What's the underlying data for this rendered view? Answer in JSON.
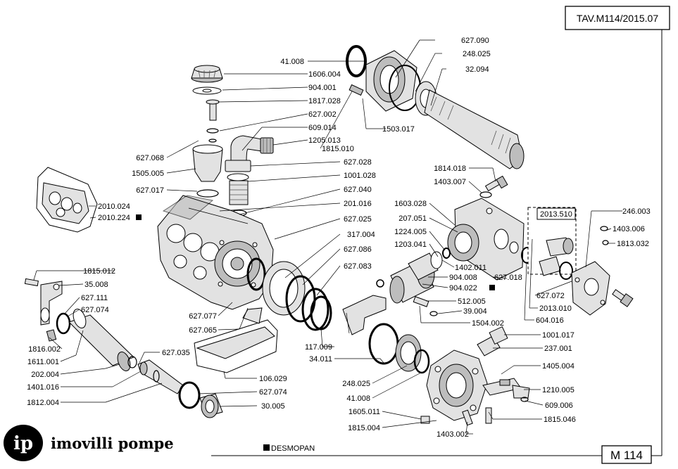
{
  "header": {
    "drawing_code": "TAV.M114/2015.07"
  },
  "footer": {
    "brand_text": "imovilli pompe",
    "logo_text": "ip",
    "legend_text": "DESMOPAN",
    "model": "M 114"
  },
  "parts": [
    {
      "id": "p1",
      "code": "41.008"
    },
    {
      "id": "p2",
      "code": "1606.004"
    },
    {
      "id": "p3",
      "code": "904.001"
    },
    {
      "id": "p4",
      "code": "1817.028"
    },
    {
      "id": "p5",
      "code": "627.002"
    },
    {
      "id": "p6",
      "code": "609.014"
    },
    {
      "id": "p7",
      "code": "1205.013"
    },
    {
      "id": "p8",
      "code": "627.068"
    },
    {
      "id": "p9",
      "code": "1505.005"
    },
    {
      "id": "p10",
      "code": "627.017"
    },
    {
      "id": "p11",
      "code": "2010.024"
    },
    {
      "id": "p12",
      "code": "2010.224"
    },
    {
      "id": "p13",
      "code": "1815.010"
    },
    {
      "id": "p14",
      "code": "627.028"
    },
    {
      "id": "p15",
      "code": "1001.028"
    },
    {
      "id": "p16",
      "code": "627.040"
    },
    {
      "id": "p17",
      "code": "201.016"
    },
    {
      "id": "p18",
      "code": "627.025"
    },
    {
      "id": "p19",
      "code": "317.004"
    },
    {
      "id": "p20",
      "code": "627.086"
    },
    {
      "id": "p21",
      "code": "627.083"
    },
    {
      "id": "p22",
      "code": "627.090"
    },
    {
      "id": "p23",
      "code": "248.025"
    },
    {
      "id": "p24",
      "code": "32.094"
    },
    {
      "id": "p25",
      "code": "1503.017"
    },
    {
      "id": "p26",
      "code": "1814.018"
    },
    {
      "id": "p27",
      "code": "1403.007"
    },
    {
      "id": "p28",
      "code": "1603.028"
    },
    {
      "id": "p29",
      "code": "207.051"
    },
    {
      "id": "p30",
      "code": "1224.005"
    },
    {
      "id": "p31",
      "code": "1203.041"
    },
    {
      "id": "p32",
      "code": "1402.011"
    },
    {
      "id": "p33",
      "code": "627.018"
    },
    {
      "id": "p34",
      "code": "904.008"
    },
    {
      "id": "p35",
      "code": "904.022"
    },
    {
      "id": "p36",
      "code": "512.005"
    },
    {
      "id": "p37",
      "code": "39.004"
    },
    {
      "id": "p38",
      "code": "1504.002"
    },
    {
      "id": "p39",
      "code": "2013.510"
    },
    {
      "id": "p40",
      "code": "246.003"
    },
    {
      "id": "p41",
      "code": "1403.006"
    },
    {
      "id": "p42",
      "code": "1813.032"
    },
    {
      "id": "p43",
      "code": "627.072"
    },
    {
      "id": "p44",
      "code": "2013.010"
    },
    {
      "id": "p45",
      "code": "604.016"
    },
    {
      "id": "p46",
      "code": "1815.012"
    },
    {
      "id": "p47",
      "code": "35.008"
    },
    {
      "id": "p48",
      "code": "627.111"
    },
    {
      "id": "p49",
      "code": "627.074"
    },
    {
      "id": "p50",
      "code": "1816.002"
    },
    {
      "id": "p51",
      "code": "1611.001"
    },
    {
      "id": "p52",
      "code": "202.004"
    },
    {
      "id": "p53",
      "code": "1401.016"
    },
    {
      "id": "p54",
      "code": "1812.004"
    },
    {
      "id": "p55",
      "code": "627.035"
    },
    {
      "id": "p56",
      "code": "627.077"
    },
    {
      "id": "p57",
      "code": "627.065"
    },
    {
      "id": "p58",
      "code": "627.074"
    },
    {
      "id": "p59",
      "code": "30.005"
    },
    {
      "id": "p60",
      "code": "106.029"
    },
    {
      "id": "p61",
      "code": "117.009"
    },
    {
      "id": "p62",
      "code": "34.011"
    },
    {
      "id": "p63",
      "code": "248.025"
    },
    {
      "id": "p64",
      "code": "41.008"
    },
    {
      "id": "p65",
      "code": "1605.011"
    },
    {
      "id": "p66",
      "code": "1815.004"
    },
    {
      "id": "p67",
      "code": "1403.002"
    },
    {
      "id": "p68",
      "code": "1001.017"
    },
    {
      "id": "p69",
      "code": "237.001"
    },
    {
      "id": "p70",
      "code": "1405.004"
    },
    {
      "id": "p71",
      "code": "1210.005"
    },
    {
      "id": "p72",
      "code": "609.006"
    },
    {
      "id": "p73",
      "code": "1815.046"
    }
  ]
}
